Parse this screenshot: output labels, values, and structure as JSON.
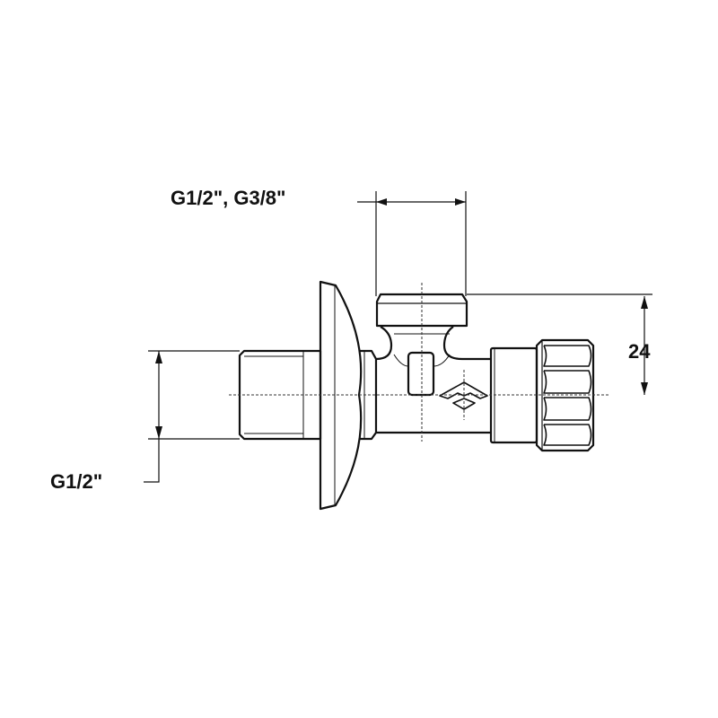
{
  "dimensions": {
    "outlet_thread": "G1/2\", G3/8\"",
    "inlet_thread": "G1/2\"",
    "outlet_height": "24"
  },
  "colors": {
    "line": "#111111",
    "background": "#ffffff"
  }
}
